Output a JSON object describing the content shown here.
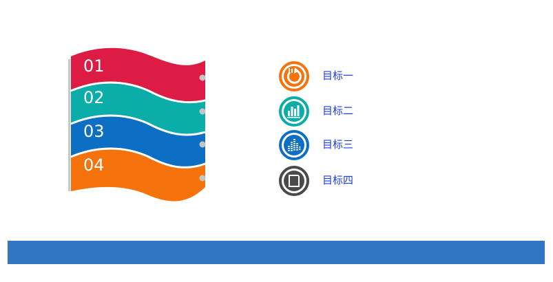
{
  "colors": {
    "red": "#dc1c45",
    "teal": "#0aada8",
    "blue": "#0c6fc4",
    "orange": "#f5720c",
    "dark": "#4a4a4a",
    "footer": "#3275c4",
    "goal_text": "#1f3ee0"
  },
  "bands": [
    {
      "number": "01",
      "color": "#dc1c45"
    },
    {
      "number": "02",
      "color": "#0aada8"
    },
    {
      "number": "03",
      "color": "#0c6fc4"
    },
    {
      "number": "04",
      "color": "#f5720c"
    }
  ],
  "goals": [
    {
      "label": "目标一",
      "icon": "refresh-arrow-icon",
      "color": "#f5720c"
    },
    {
      "label": "目标二",
      "icon": "bar-chart-icon",
      "color": "#0aada8"
    },
    {
      "label": "目标三",
      "icon": "equalizer-icon",
      "color": "#0c6fc4"
    },
    {
      "label": "目标四",
      "icon": "document-icon",
      "color": "#4a4a4a"
    }
  ]
}
